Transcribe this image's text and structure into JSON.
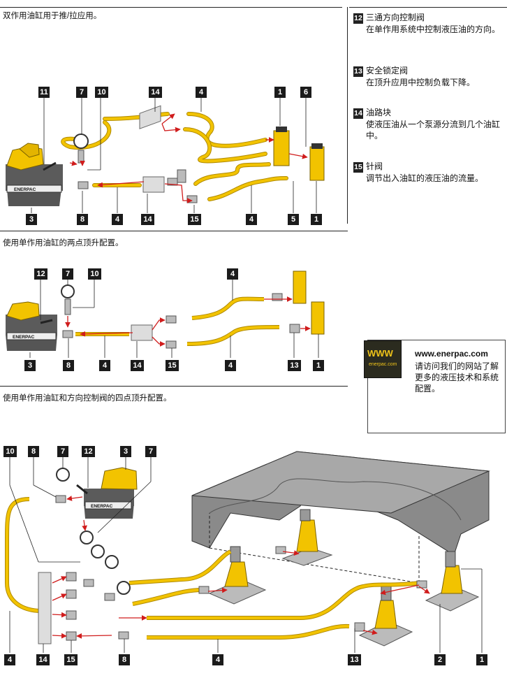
{
  "sections": {
    "s1_caption": "双作用油缸用于推/拉应用。",
    "s2_caption": "使用单作用油缸的两点顶升配置。",
    "s3_caption": "使用单作用油缸和方向控制阀的四点顶升配置。"
  },
  "legend": [
    {
      "num": "12",
      "title": "三通方向控制阀",
      "desc": "在单作用系统中控制液压油的方向。"
    },
    {
      "num": "13",
      "title": "安全锁定阀",
      "desc": "在顶升应用中控制负载下降。"
    },
    {
      "num": "14",
      "title": "油路块",
      "desc": "使液压油从一个泵源分流到几个油缸中。"
    },
    {
      "num": "15",
      "title": "针阀",
      "desc": "调节出入油缸的液压油的流量。"
    }
  ],
  "www": {
    "icon_text": "WWW",
    "icon_sub": "enerpac.com",
    "url": "www.enerpac.com",
    "text": "请访问我们的网站了解更多的液压技术和系统配置。"
  },
  "pump_brand": "ENERPAC",
  "d1_callouts": [
    "11",
    "7",
    "10",
    "14",
    "4",
    "1",
    "6",
    "3",
    "8",
    "4",
    "14",
    "15",
    "4",
    "5",
    "1"
  ],
  "d2_callouts": [
    "12",
    "7",
    "10",
    "4",
    "3",
    "8",
    "4",
    "14",
    "15",
    "4",
    "13",
    "1"
  ],
  "d3_callouts": [
    "10",
    "8",
    "7",
    "12",
    "3",
    "7",
    "4",
    "14",
    "15",
    "8",
    "4",
    "13",
    "2",
    "1"
  ],
  "colors": {
    "hose": "#f2c300",
    "hose_edge": "#b08a00",
    "arrow": "#d01c1c",
    "grey": "#c9c9c9",
    "dark": "#1b1b1b"
  }
}
